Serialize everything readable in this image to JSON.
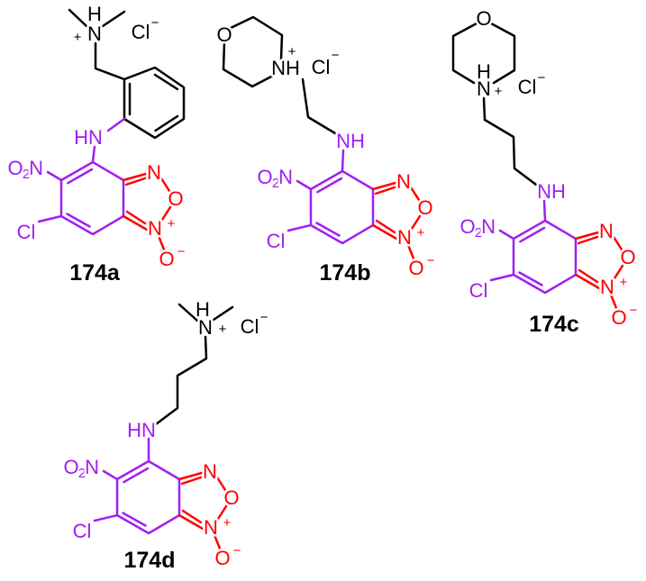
{
  "colors": {
    "benzofurazan_red": "#FF0000",
    "substituent_purple": "#A020F0",
    "skeleton_black": "#000000",
    "background": "#FFFFFF"
  },
  "core": {
    "nitro_o": "O",
    "nitro_sub": "2",
    "nitro_n": "N",
    "chloro": "Cl",
    "furazan_n": "N",
    "furazan_o": "O",
    "oxide_n": "N",
    "oxide_plus": "+",
    "oxide_o": "O",
    "oxide_minus": "−"
  },
  "molecules": {
    "a": {
      "label": "174a",
      "linker_nh": "HN",
      "amine_h": "H",
      "amine_n": "N",
      "amine_plus": "+",
      "counterion": "Cl",
      "counterion_charge": "−"
    },
    "b": {
      "label": "174b",
      "linker_nh": "NH",
      "ring_o": "O",
      "ring_nh": "NH",
      "amine_plus": "+",
      "counterion": "Cl",
      "counterion_charge": "−"
    },
    "c": {
      "label": "174c",
      "linker_nh": "NH",
      "ring_o": "O",
      "amine_h": "H",
      "amine_n": "N",
      "amine_plus": "+",
      "counterion": "Cl",
      "counterion_charge": "−"
    },
    "d": {
      "label": "174d",
      "linker_nh": "HN",
      "amine_h": "H",
      "amine_n": "N",
      "amine_plus": "+",
      "counterion": "Cl",
      "counterion_charge": "−"
    }
  }
}
